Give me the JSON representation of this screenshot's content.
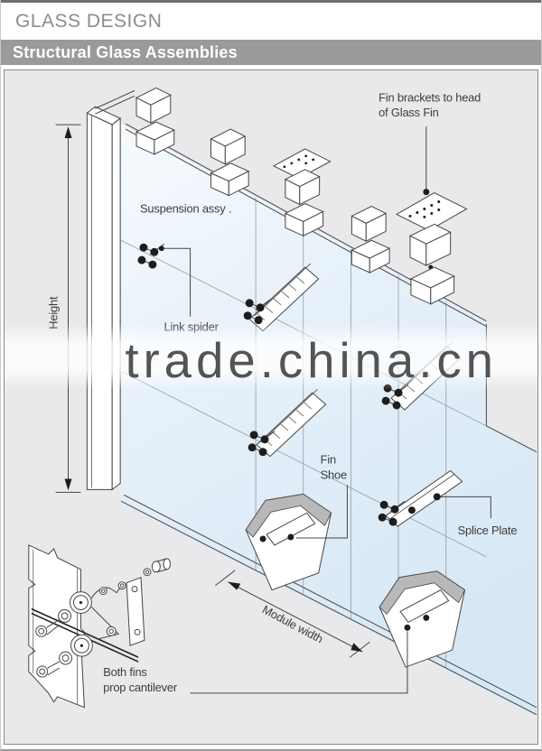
{
  "header": {
    "title": "GLASS DESIGN"
  },
  "titlebar": {
    "title": "Structural Glass Assemblies"
  },
  "watermark": {
    "text": "trade.china.cn",
    "color": "#a0a0a0"
  },
  "diagram": {
    "labels": {
      "fin_brackets_line1": "Fin brackets to head",
      "fin_brackets_line2": "of Glass Fin",
      "suspension": "Suspension assy .",
      "link_spider": "Link spider",
      "height": "Height",
      "fin_shoe_line1": "Fin",
      "fin_shoe_line2": "Shoe",
      "splice_plate": "Splice Plate",
      "module_width": "Module width",
      "both_fins_line1": "Both fins",
      "both_fins_line2": "prop cantilever"
    },
    "colors": {
      "titlebar_bg": "#9a9a9c",
      "drawing_bg": "#e9e9eb",
      "glass": "#dcebf7",
      "line": "#444444",
      "watermark": "#a0a0a0"
    }
  }
}
